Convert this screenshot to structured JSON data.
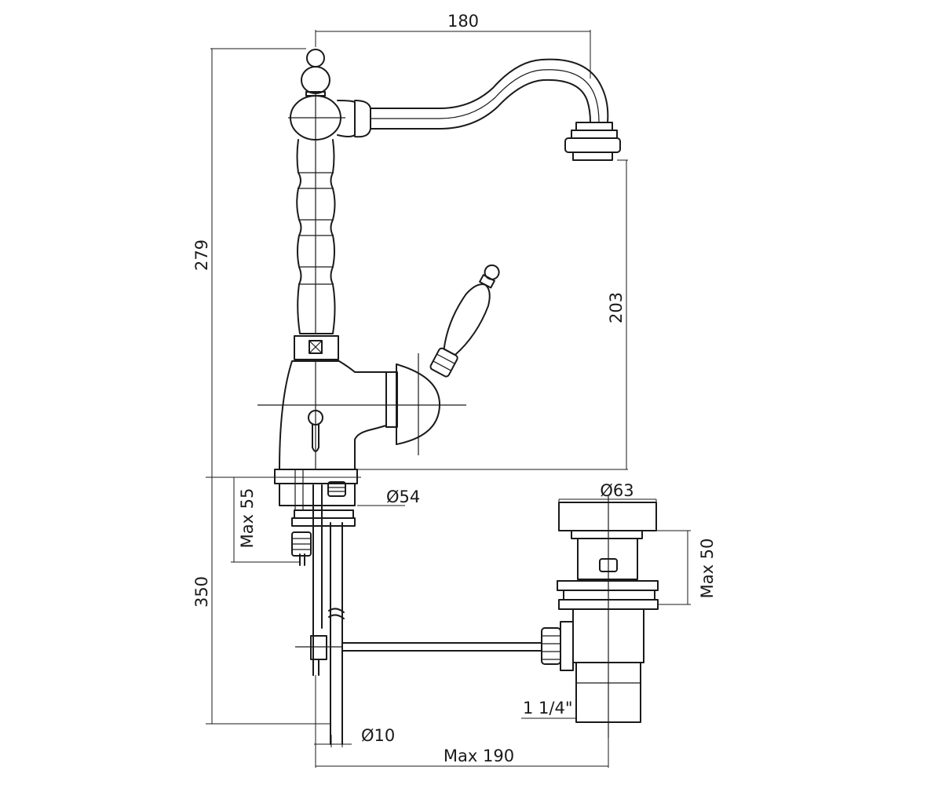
{
  "drawing": {
    "dimensions": {
      "spout_reach": "180",
      "overall_height": "279",
      "spout_height": "203",
      "max_deck_thickness_mixer": "Max 55",
      "mixer_body_diameter": "Ø54",
      "flex_hose_length": "350",
      "waste_flange_diameter": "Ø63",
      "max_deck_thickness_waste": "Max 50",
      "waste_thread": "1 1/4\"",
      "rod_diameter": "Ø10",
      "max_rod_distance": "Max 190"
    }
  }
}
